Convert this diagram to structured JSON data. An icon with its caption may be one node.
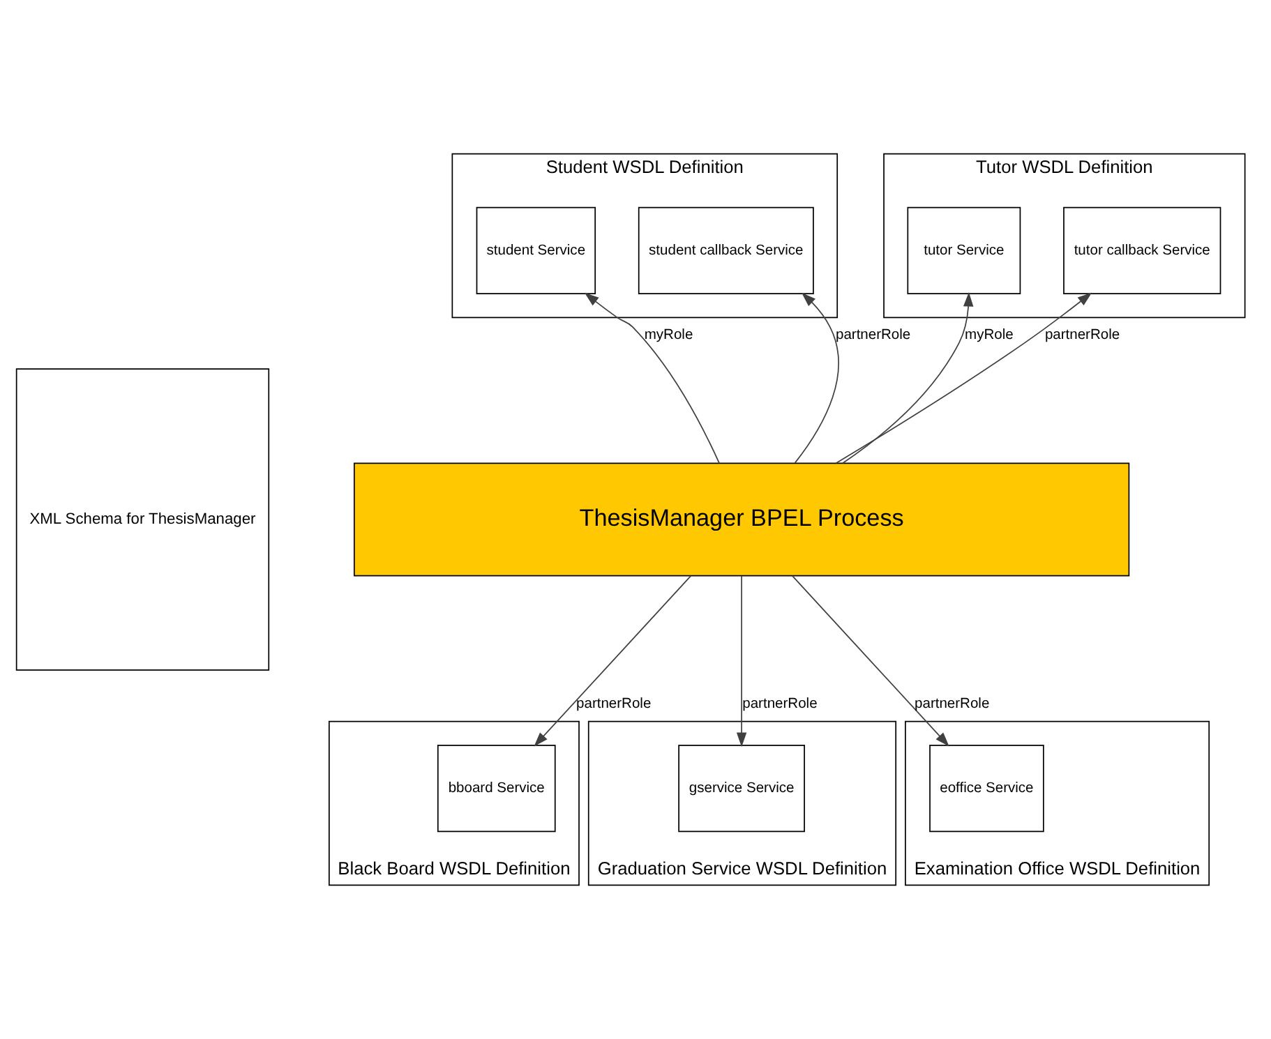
{
  "diagram": {
    "nodes": [
      {
        "text": [
          "XML Schema for ThesisManager"
        ]
      },
      {
        "text": [
          "Student WSDL Definition"
        ]
      },
      {
        "text": [
          "student Service"
        ],
        "in": 1
      },
      {
        "text": [
          "student callback Service"
        ],
        "in": 1
      },
      {
        "text": [
          "Tutor WSDL Definition"
        ]
      },
      {
        "text": [
          "tutor Service"
        ],
        "in": 4
      },
      {
        "text": [
          "tutor callback Service"
        ],
        "in": 4
      },
      {
        "text": [
          "ThesisManager BPEL Process"
        ]
      },
      {
        "text": [
          "Black Board WSDL Definition"
        ]
      },
      {
        "text": [
          "bboard Service"
        ],
        "in": 8
      },
      {
        "text": [
          "Graduation Service WSDL Definition"
        ]
      },
      {
        "text": [
          "gservice Service"
        ],
        "in": 10
      },
      {
        "text": [
          "Examination Office WSDL Definition"
        ]
      },
      {
        "text": [
          "eoffice Service"
        ],
        "in": 12
      }
    ],
    "edges": [
      {
        "from": 7,
        "to": 2,
        "arrow": "to",
        "label": "myRole"
      },
      {
        "from": 7,
        "to": 3,
        "arrow": "to",
        "label": "partnerRole"
      },
      {
        "from": 7,
        "to": 5,
        "arrow": "to",
        "label": "myRole"
      },
      {
        "from": 7,
        "to": 6,
        "arrow": "to",
        "label": "partnerRole"
      },
      {
        "from": 7,
        "to": 9,
        "arrow": "to",
        "label": "partnerRole"
      },
      {
        "from": 7,
        "to": 11,
        "arrow": "to",
        "label": "partnerRole"
      },
      {
        "from": 7,
        "to": 13,
        "arrow": "to",
        "label": "partnerRole"
      }
    ]
  }
}
